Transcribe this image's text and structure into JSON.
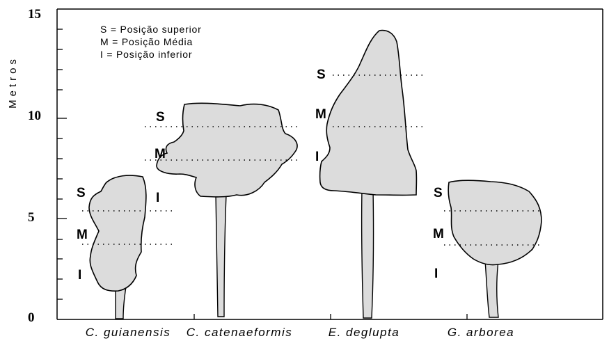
{
  "axis": {
    "y_label": "Metros",
    "y_ticks": [
      "15",
      "10",
      "5",
      "0"
    ]
  },
  "legend": [
    "S  = Posição superior",
    "M = Posição Média",
    "I   = Posição inferior"
  ],
  "species": [
    {
      "name": "C. guianensis",
      "labels": [
        "S",
        "M",
        "I"
      ]
    },
    {
      "name": "C. catenaeformis",
      "labels": [
        "S",
        "M",
        "I"
      ]
    },
    {
      "name": "E. deglupta",
      "labels": [
        "S",
        "M",
        "I"
      ]
    },
    {
      "name": "G. arborea",
      "labels": [
        "S",
        "M",
        "I"
      ]
    }
  ]
}
